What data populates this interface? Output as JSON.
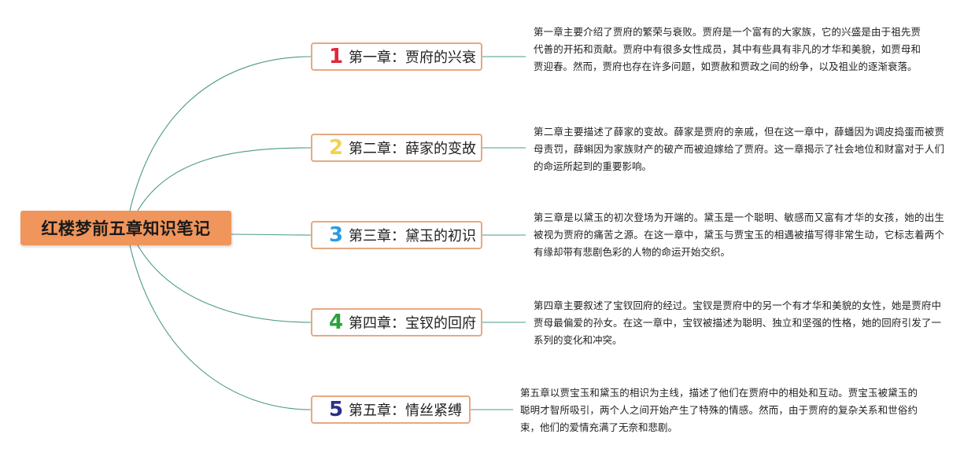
{
  "root": {
    "title": "红楼梦前五章知识笔记"
  },
  "chapters": [
    {
      "number": "1",
      "title": "第一章：贾府的兴衰",
      "color": "#e0283c",
      "description": "第一章主要介绍了贾府的繁荣与衰败。贾府是一个富有的大家族，它的兴盛是由于祖先贾代善的开拓和贡献。贾府中有很多女性成员，其中有些具有非凡的才华和美貌，如贾母和贾迎春。然而，贾府也存在许多问题，如贾赦和贾政之间的纷争，以及祖业的逐渐衰落。"
    },
    {
      "number": "2",
      "title": "第二章：薛家的变故",
      "color": "#f5d24a",
      "description": "第二章主要描述了薛家的变故。薛家是贾府的亲戚，但在这一章中，薛蟠因为调皮捣蛋而被贾母责罚，薛蝌因为家族财产的破产而被迫嫁给了贾府。这一章揭示了社会地位和财富对于人们的命运所起到的重要影响。"
    },
    {
      "number": "3",
      "title": "第三章：黛玉的初识",
      "color": "#2f9be0",
      "description": "第三章是以黛玉的初次登场为开端的。黛玉是一个聪明、敏感而又富有才华的女孩，她的出生被视为贾府的痛苦之源。在这一章中，黛玉与贾宝玉的相遇被描写得非常生动，它标志着两个有缘却带有悲剧色彩的人物的命运开始交织。"
    },
    {
      "number": "4",
      "title": "第四章：宝钗的回府",
      "color": "#2aa23a",
      "description": "第四章主要叙述了宝钗回府的经过。宝钗是贾府中的另一个有才华和美貌的女性，她是贾府中贾母最偏爱的孙女。在这一章中，宝钗被描述为聪明、独立和坚强的性格，她的回府引发了一系列的变化和冲突。"
    },
    {
      "number": "5",
      "title": "第五章：情丝紧缚",
      "color": "#2a2f8a",
      "description": "第五章以贾宝玉和黛玉的相识为主线，描述了他们在贾府中的相处和互动。贾宝玉被黛玉的聪明才智所吸引，两个人之间开始产生了特殊的情感。然而，由于贾府的复杂关系和世俗约束，他们的爱情充满了无奈和悲剧。"
    }
  ],
  "colors": {
    "root_fill": "#f0955b",
    "chapter_border": "#e8a882",
    "connector": "#4a9a88"
  }
}
